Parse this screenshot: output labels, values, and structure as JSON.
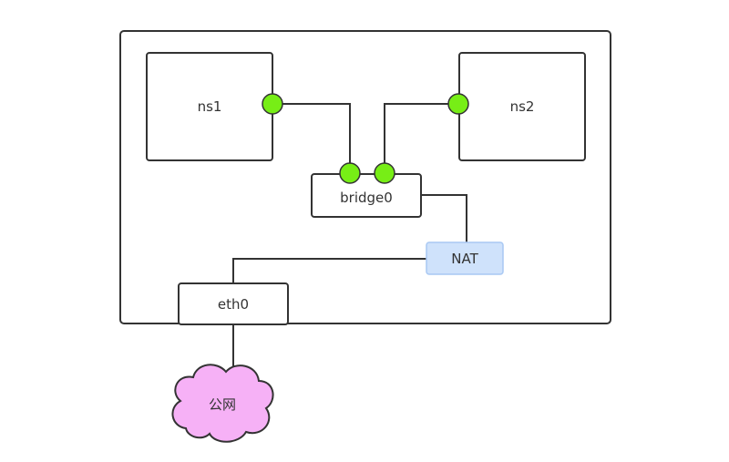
{
  "nodes": {
    "ns1": "ns1",
    "ns2": "ns2",
    "bridge": "bridge0",
    "nat": "NAT",
    "eth": "eth0",
    "internet": "公网"
  },
  "colors": {
    "line": "#333333",
    "port": "#77ee16",
    "nat_fill": "#cfe2fb",
    "nat_stroke": "#a9c8f3",
    "cloud_fill": "#f6b1f6",
    "cloud_stroke": "#333333"
  }
}
